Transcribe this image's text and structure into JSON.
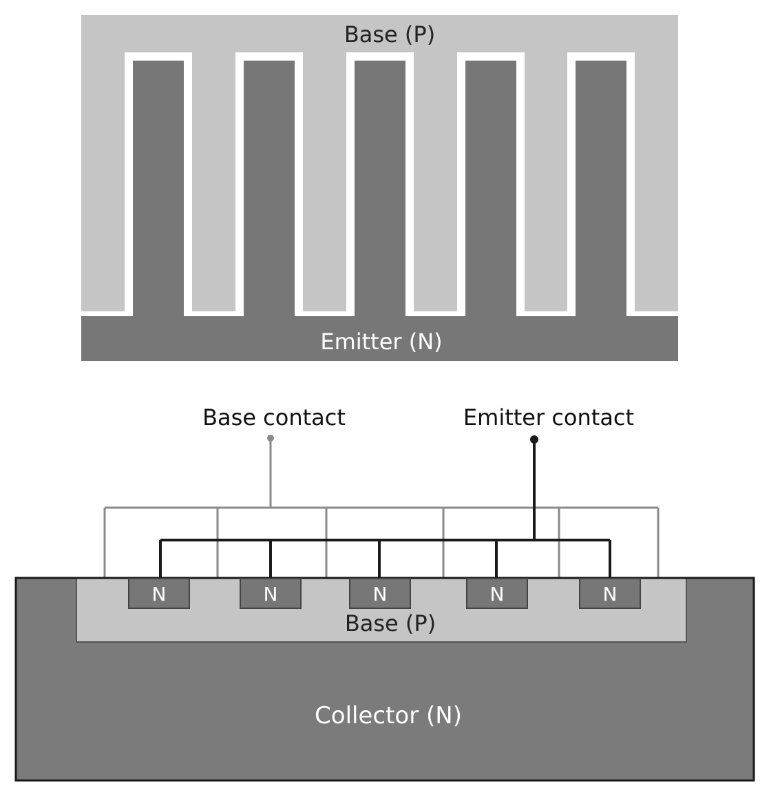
{
  "top_view": {
    "base_label": "Base (P)",
    "emitter_label": "Emitter (N)",
    "finger_count": 5
  },
  "cross_section": {
    "base_contact_label": "Base contact",
    "emitter_contact_label": "Emitter contact",
    "n_region_labels": [
      "N",
      "N",
      "N",
      "N",
      "N"
    ],
    "base_label": "Base (P)",
    "collector_label": "Collector (N)"
  },
  "colors": {
    "base": "#c5c5c5",
    "emitter": "#777777",
    "collector": "#7b7b7b",
    "wire_base": "#8a8a8a",
    "wire_emitter": "#1a1a1a"
  }
}
